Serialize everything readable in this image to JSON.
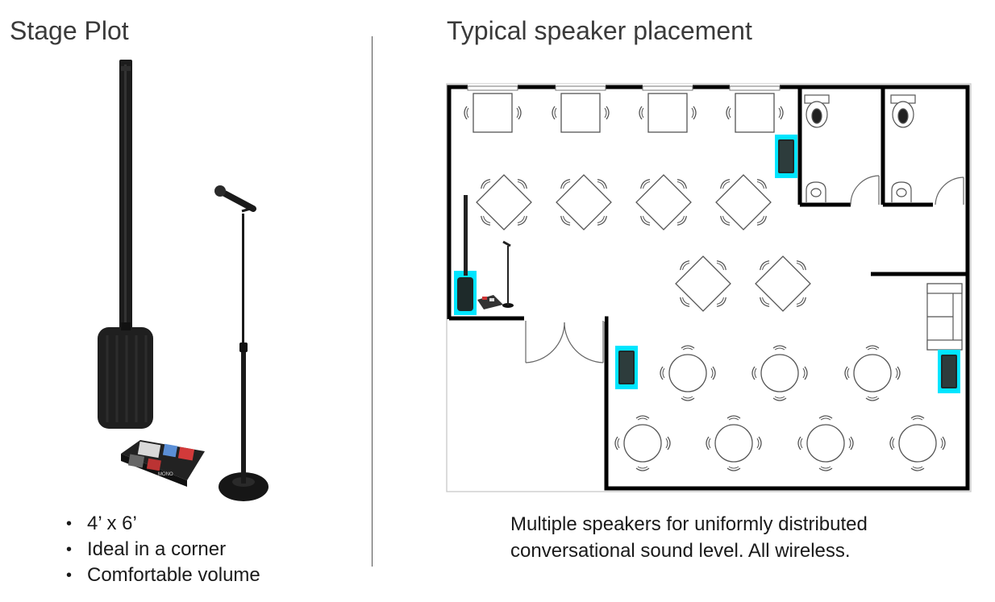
{
  "stage_plot": {
    "title": "Stage Plot",
    "bullets": [
      "4’ x 6’",
      "Ideal in a corner",
      "Comfortable volume"
    ],
    "pedalboard_brand": "MONO"
  },
  "placement": {
    "title": "Typical speaker placement",
    "caption": "Multiple speakers for uniformly distributed conversational sound level.  All wireless.",
    "highlight_color": "#00e5ff"
  },
  "icons": [
    "column-speaker-icon",
    "microphone-stand-icon",
    "pedalboard-icon",
    "speaker-icon",
    "table-icon",
    "chair-icon",
    "toilet-icon",
    "sink-icon",
    "door-icon",
    "sofa-icon"
  ]
}
